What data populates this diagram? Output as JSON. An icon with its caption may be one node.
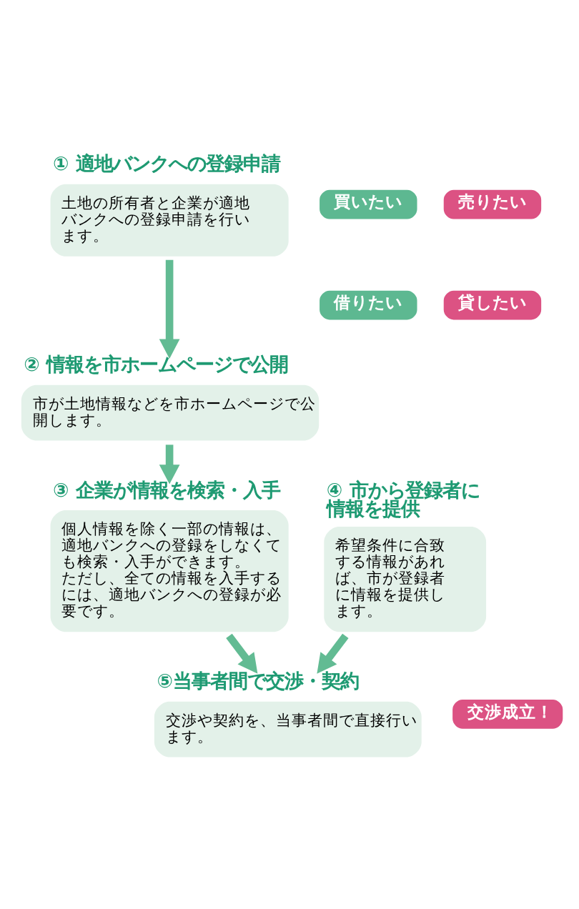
{
  "diagram": {
    "nodes": [
      {
        "text": [
          "① 適地バンクへの登録申請",
          "土地の所有者と企業が適地バンクへの登録申請を行います。"
        ]
      },
      {
        "text": [
          "買いたい"
        ]
      },
      {
        "text": [
          "売りたい"
        ]
      },
      {
        "text": [
          "借りたい"
        ]
      },
      {
        "text": [
          "貸したい"
        ]
      },
      {
        "text": [
          "② 情報を市ホームページで公開",
          "市が土地情報などを市ホームページで公開します。"
        ]
      },
      {
        "text": [
          "③ 企業が情報を検索・入手",
          "個人情報を除く一部の情報は、適地バンクへの登録をしなくても検索・入手ができます。",
          "ただし、全ての情報を入手するには、適地バンクへの登録が必要です。"
        ]
      },
      {
        "text": [
          "④ 市から登録者に情報を提供",
          "希望条件に合致する情報があれば、市が登録者に情報を提供します。"
        ]
      },
      {
        "text": [
          "⑤当事者間で交渉・契約",
          "交渉や契約を、当事者間で直接行います。"
        ]
      },
      {
        "text": [
          "交渉成立！"
        ]
      }
    ],
    "edges": [
      {
        "from": 0,
        "to": 5,
        "arrow": "to"
      },
      {
        "from": 5,
        "to": 6,
        "arrow": "to"
      },
      {
        "from": 6,
        "to": 8,
        "arrow": "to"
      },
      {
        "from": 7,
        "to": 8,
        "arrow": "to"
      }
    ]
  }
}
